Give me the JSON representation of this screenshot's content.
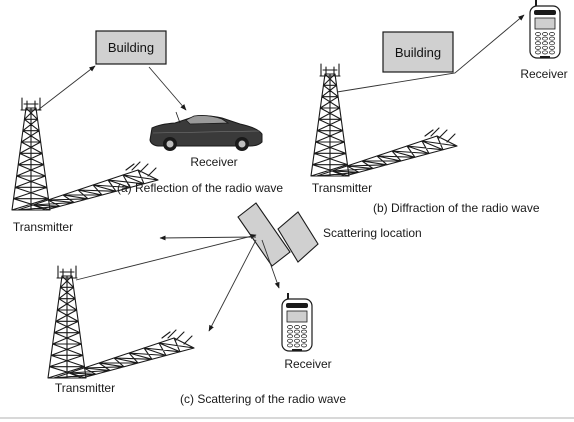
{
  "panel_a": {
    "building": "Building",
    "receiver": "Receiver",
    "transmitter": "Transmitter",
    "caption": "(a) Reflection of the radio wave"
  },
  "panel_b": {
    "building": "Building",
    "receiver": "Receiver",
    "transmitter": "Transmitter",
    "caption": "(b) Diffraction of the radio wave"
  },
  "panel_c": {
    "scatter_label": "Scattering location",
    "receiver": "Receiver",
    "transmitter": "Transmitter",
    "caption": "(c) Scattering of the radio wave"
  },
  "colors": {
    "building_fill": "#d0d0d0",
    "line": "#1a1a1a",
    "car": "#3a3a3a"
  },
  "icons": [
    "transmitter-tower-icon",
    "car-icon",
    "mobile-phone-icon",
    "building-icon",
    "scattering-object-icon"
  ]
}
